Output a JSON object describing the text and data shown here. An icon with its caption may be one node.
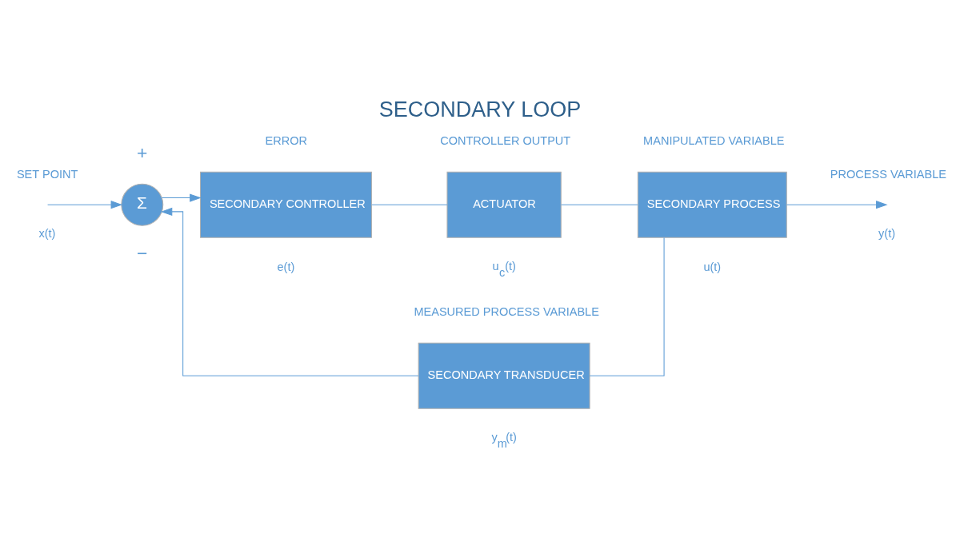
{
  "diagram": {
    "title": "SECONDARY LOOP",
    "nodes": [
      {
        "text": [
          "Σ"
        ]
      },
      {
        "text": [
          "SECONDARY CONTROLLER"
        ]
      },
      {
        "text": [
          "ACTUATOR"
        ]
      },
      {
        "text": [
          "SECONDARY PROCESS"
        ]
      },
      {
        "text": [
          "SECONDARY TRANSDUCER"
        ]
      }
    ],
    "edges": [
      {
        "from": null,
        "to": 0,
        "arrow": "to"
      },
      {
        "from": 0,
        "to": 1,
        "arrow": "to"
      },
      {
        "from": 1,
        "to": 2,
        "arrow": "none"
      },
      {
        "from": 2,
        "to": 3,
        "arrow": "none"
      },
      {
        "from": 3,
        "to": null,
        "arrow": "to"
      },
      {
        "from": 3,
        "to": 4,
        "arrow": "none"
      },
      {
        "from": 4,
        "to": 0,
        "arrow": "to"
      }
    ],
    "labels": [
      "SET POINT",
      "ERROR",
      "CONTROLLER OUTPUT",
      "MANIPULATED VARIABLE",
      "PROCESS VARIABLE",
      "+",
      "−",
      "x(t)",
      "e(t)",
      "u$_{c}$(t)",
      "u(t)",
      "y(t)",
      "MEASURED PROCESS VARIABLE",
      "y$_{m}$(t)"
    ]
  }
}
